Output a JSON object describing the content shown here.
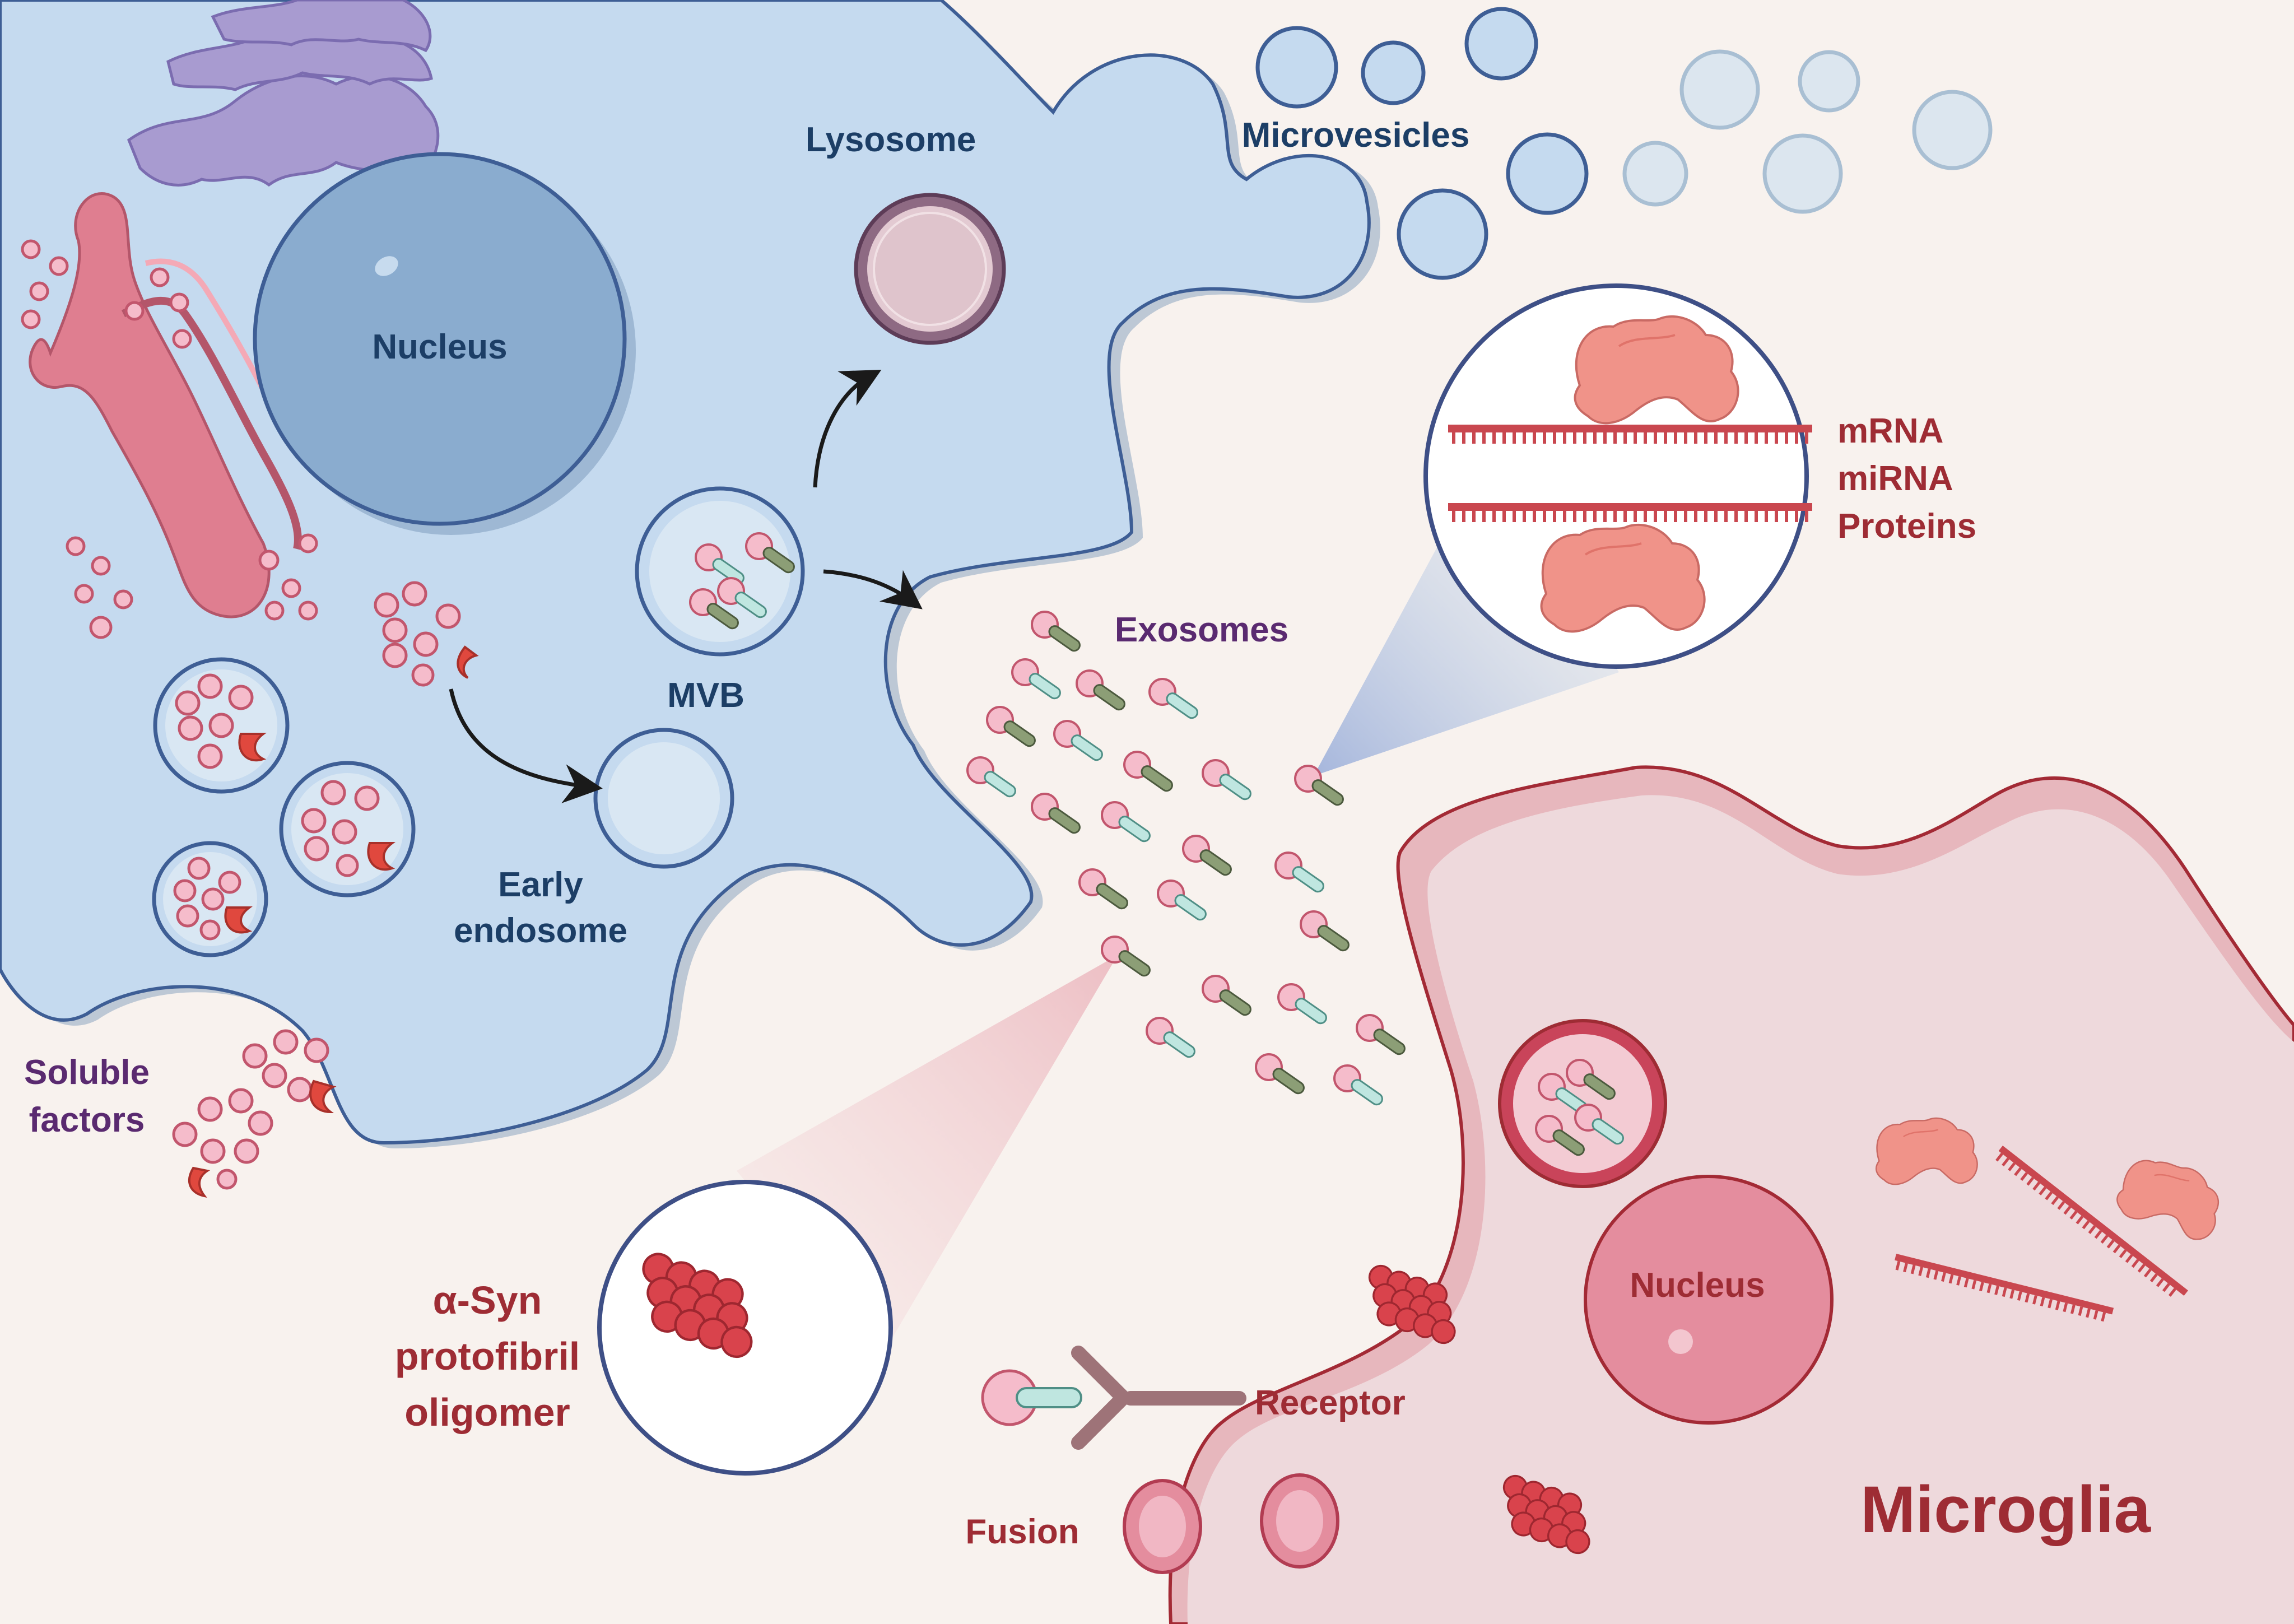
{
  "labels": {
    "nucleus_left": "Nucleus",
    "lysosome": "Lysosome",
    "microvesicles": "Microvesicles",
    "mvb": "MVB",
    "early_endosome_line1": "Early",
    "early_endosome_line2": "endosome",
    "exosomes": "Exosomes",
    "soluble_factors_line1": "Soluble",
    "soluble_factors_line2": "factors",
    "cargo_mrna": "mRNA",
    "cargo_mirna": "miRNA",
    "cargo_proteins": "Proteins",
    "asyn_line1": "α-Syn",
    "asyn_line2": "protofibril",
    "asyn_line3": "oligomer",
    "receptor": "Receptor",
    "fusion": "Fusion",
    "nucleus_right": "Nucleus",
    "microglia": "Microglia"
  },
  "colors": {
    "background": "#f8f2ee",
    "neuron_fill": "#c5daef",
    "neuron_stroke": "#3e5e95",
    "nucleus_fill": "#8aaccf",
    "golgi": "#a89bd0",
    "er": "#df7e90",
    "microglia_fill": "#eed9dc",
    "microglia_stroke": "#a32a35",
    "label_navy": "#1c3e66",
    "label_purple": "#5a2a70",
    "label_red": "#9e2c34",
    "lipid_head": "#f5bccb",
    "protein_green": "#8c9e76",
    "protein_mint": "#bfe6e0",
    "asyn_red": "#d9434c",
    "cargo_protein": "#f08f86"
  }
}
